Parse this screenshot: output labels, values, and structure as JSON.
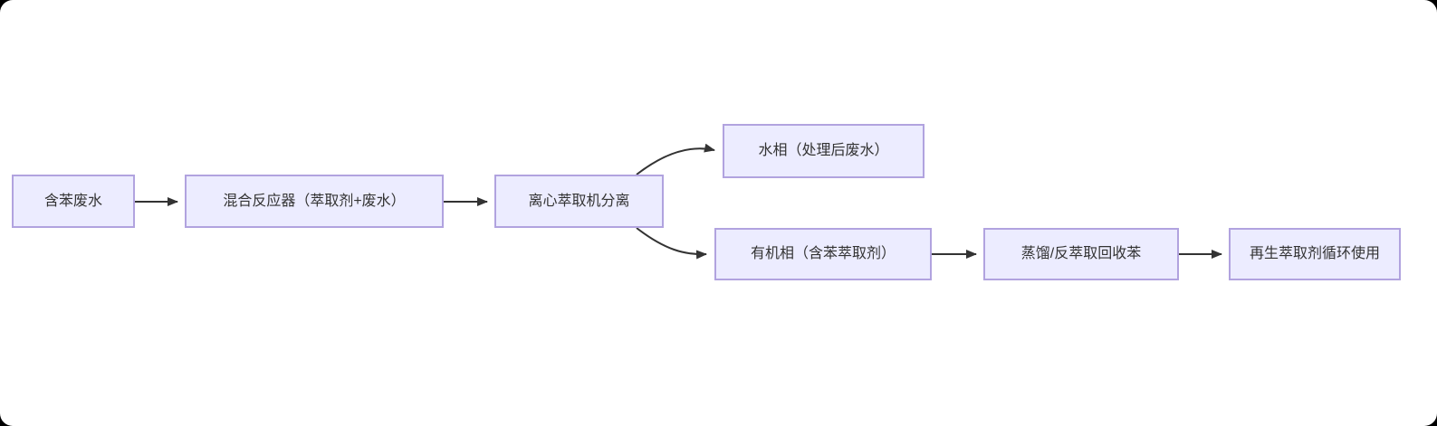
{
  "diagram": {
    "type": "flowchart",
    "direction": "left-to-right",
    "nodes": [
      {
        "id": "A",
        "label": "含苯废水"
      },
      {
        "id": "B",
        "label": "混合反应器（萃取剂+废水）"
      },
      {
        "id": "C",
        "label": "离心萃取机分离"
      },
      {
        "id": "D",
        "label": "水相（处理后废水）"
      },
      {
        "id": "E",
        "label": "有机相（含苯萃取剂）"
      },
      {
        "id": "F",
        "label": "蒸馏/反萃取回收苯"
      },
      {
        "id": "G",
        "label": "再生萃取剂循环使用"
      }
    ],
    "edges": [
      {
        "from": "A",
        "to": "B"
      },
      {
        "from": "B",
        "to": "C"
      },
      {
        "from": "C",
        "to": "D"
      },
      {
        "from": "C",
        "to": "E"
      },
      {
        "from": "E",
        "to": "F"
      },
      {
        "from": "F",
        "to": "G"
      }
    ],
    "colors": {
      "node_fill": "#ECECFF",
      "node_border": "#9370DB",
      "text": "#333333",
      "arrow": "#333333",
      "canvas_background": "#FFFFFF"
    }
  }
}
